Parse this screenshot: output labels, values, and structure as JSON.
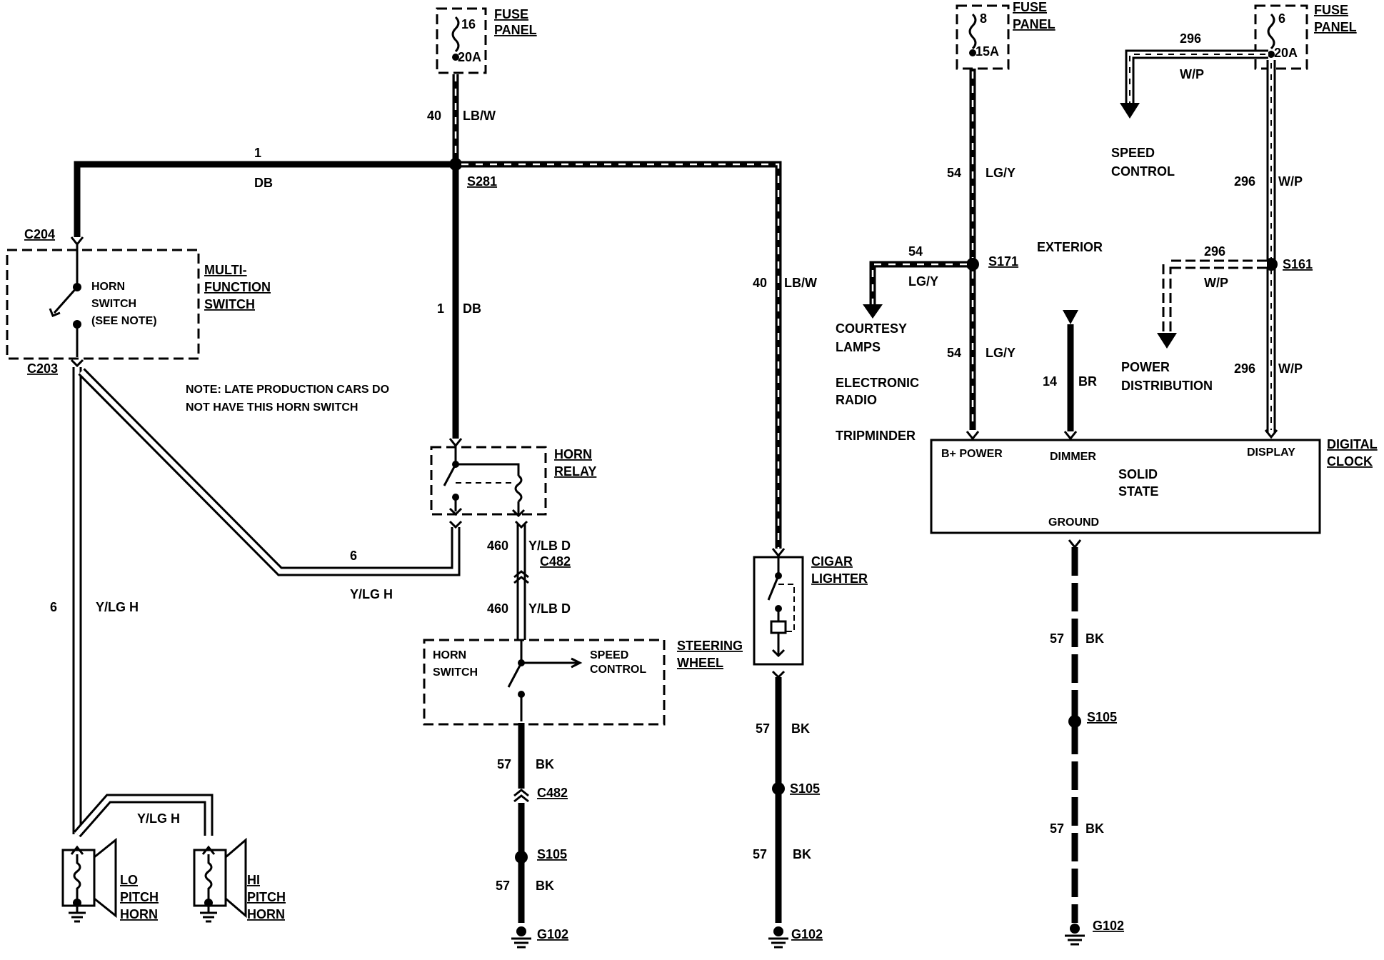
{
  "fuse_panels": [
    {
      "fuse": "16",
      "rating": "20A",
      "label_line1": "FUSE",
      "label_line2": "PANEL"
    },
    {
      "fuse": "8",
      "rating": "15A",
      "label_line1": "FUSE",
      "label_line2": "PANEL"
    },
    {
      "fuse": "6",
      "rating": "20A",
      "label_line1": "FUSE",
      "label_line2": "PANEL"
    }
  ],
  "wires": {
    "w40_top_num": "40",
    "w40_top_color": "LB/W",
    "w1_top_num": "1",
    "w1_top_color": "DB",
    "w1_mid_num": "1",
    "w1_mid_color": "DB",
    "w40_right_num": "40",
    "w40_right_color": "LB/W",
    "w6_diag_num": "6",
    "w6_diag_color": "Y/LG H",
    "w6_left_num": "6",
    "w6_left_color": "Y/LG H",
    "w6_bottom_color": "Y/LG H",
    "w460_a_num": "460",
    "w460_a_color": "Y/LB D",
    "w460_b_num": "460",
    "w460_b_color": "Y/LB D",
    "w57_a_num": "57",
    "w57_a_color": "BK",
    "w57_b_num": "57",
    "w57_b_color": "BK",
    "w57_c_num": "57",
    "w57_c_color": "BK",
    "w57_d_num": "57",
    "w57_d_color": "BK",
    "w57_e_num": "57",
    "w57_e_color": "BK",
    "w57_f_num": "57",
    "w57_f_color": "BK",
    "w54_a_num": "54",
    "w54_a_color": "LG/Y",
    "w54_b_num": "54",
    "w54_b_color": "LG/Y",
    "w54_c_num": "54",
    "w54_c_color": "LG/Y",
    "w296_a_num": "296",
    "w296_a_color": "W/P",
    "w296_b_num": "296",
    "w296_b_color": "W/P",
    "w296_c_num": "296",
    "w296_c_color": "W/P",
    "w296_d_num": "296",
    "w296_d_color": "W/P",
    "w14_num": "14",
    "w14_color": "BR"
  },
  "connectors": {
    "s281": "S281",
    "c204": "C204",
    "c203": "C203",
    "c482_a": "C482",
    "c482_b": "C482",
    "s105_a": "S105",
    "s105_b": "S105",
    "s105_c": "S105",
    "g102_a": "G102",
    "g102_b": "G102",
    "g102_c": "G102",
    "s171": "S171",
    "s161": "S161"
  },
  "components": {
    "horn_switch_mf": [
      "HORN",
      "SWITCH",
      "(SEE NOTE)"
    ],
    "multi_function": [
      "MULTI-",
      "FUNCTION",
      "SWITCH"
    ],
    "note": [
      "NOTE: LATE PRODUCTION CARS DO",
      "NOT HAVE THIS HORN SWITCH"
    ],
    "horn_relay": [
      "HORN",
      "RELAY"
    ],
    "horn_switch_sw": [
      "HORN",
      "SWITCH"
    ],
    "speed_control_sw": [
      "SPEED",
      "CONTROL"
    ],
    "steering_wheel": [
      "STEERING",
      "WHEEL"
    ],
    "cigar_lighter": [
      "CIGAR",
      "LIGHTER"
    ],
    "lo_horn": [
      "LO",
      "PITCH",
      "HORN"
    ],
    "hi_horn": [
      "HI",
      "PITCH",
      "HORN"
    ],
    "speed_control": [
      "SPEED",
      "CONTROL"
    ],
    "exterior": "EXTERIOR",
    "courtesy": [
      "COURTESY",
      "LAMPS"
    ],
    "radio": [
      "ELECTRONIC",
      "RADIO"
    ],
    "tripminder": "TRIPMINDER",
    "power_dist": [
      "POWER",
      "DISTRIBUTION"
    ],
    "clock": {
      "title": [
        "DIGITAL",
        "CLOCK"
      ],
      "b_power": "B+ POWER",
      "dimmer": "DIMMER",
      "display": "DISPLAY",
      "body": [
        "SOLID",
        "STATE"
      ],
      "ground": "GROUND"
    }
  }
}
